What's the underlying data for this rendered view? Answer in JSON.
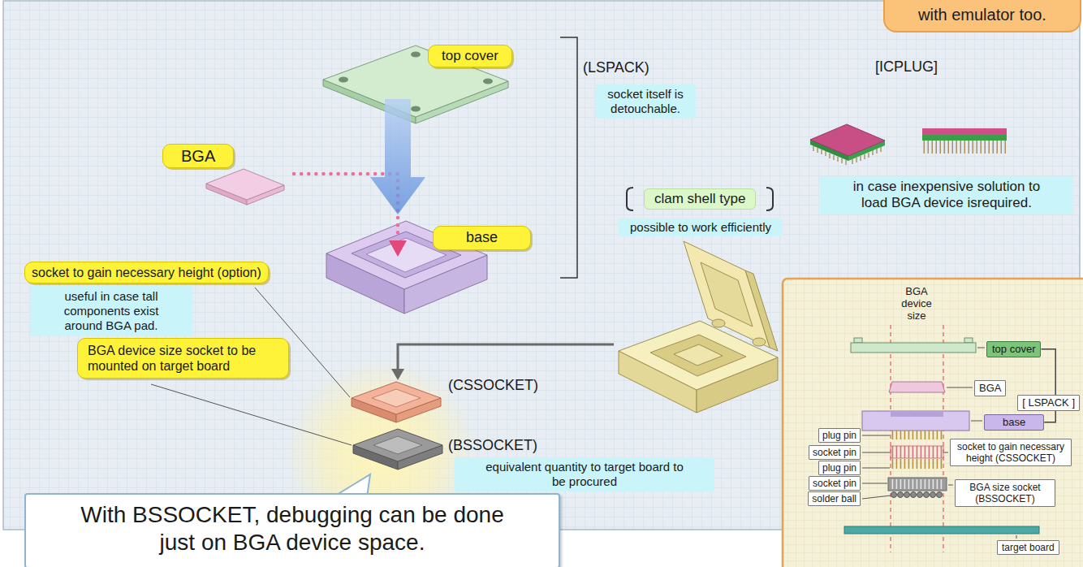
{
  "diagram": {
    "nodes": [
      {
        "text": [
          "with emulator too."
        ]
      },
      {
        "text": [
          "top cover"
        ]
      },
      {
        "text": [
          "socket itself is detouchable."
        ]
      },
      {
        "text": [
          "BGA"
        ]
      },
      {
        "text": [
          "in case inexpensive solution to load BGA device isrequired."
        ]
      },
      {
        "text": [
          "clam shell type"
        ]
      },
      {
        "text": [
          "possible to work efficiently"
        ]
      },
      {
        "text": [
          "base"
        ]
      },
      {
        "text": [
          "socket to gain necessary height (option)"
        ]
      },
      {
        "text": [
          "useful in case tall components exist around BGA pad."
        ]
      },
      {
        "text": [
          "BGA device size socket to be mounted on target board"
        ]
      },
      {
        "text": [
          "equivalent quantity to target board to be procured"
        ]
      },
      {
        "text": [
          "With BSSOCKET, debugging can be done just on BGA device space."
        ]
      },
      {
        "text": [
          "top cover"
        ]
      },
      {
        "text": [
          "BGA"
        ]
      },
      {
        "text": [
          "[ LSPACK ]"
        ]
      },
      {
        "text": [
          "base"
        ]
      },
      {
        "text": [
          "plug pin"
        ]
      },
      {
        "text": [
          "socket pin"
        ]
      },
      {
        "text": [
          "socket to gain necessary height (CSSOCKET)"
        ]
      },
      {
        "text": [
          "plug pin"
        ]
      },
      {
        "text": [
          "socket pin"
        ]
      },
      {
        "text": [
          "BGA size socket (BSSOCKET)"
        ]
      },
      {
        "text": [
          "solder ball"
        ]
      },
      {
        "text": [
          "target board"
        ]
      }
    ],
    "edges": [
      {
        "from": 13,
        "to": 16,
        "arrow": "none"
      }
    ],
    "labels": [
      "(LSPACK)",
      "[ICPLUG]",
      "(CSSOCKET)",
      "(BSSOCKET)",
      "BGA device size"
    ]
  }
}
